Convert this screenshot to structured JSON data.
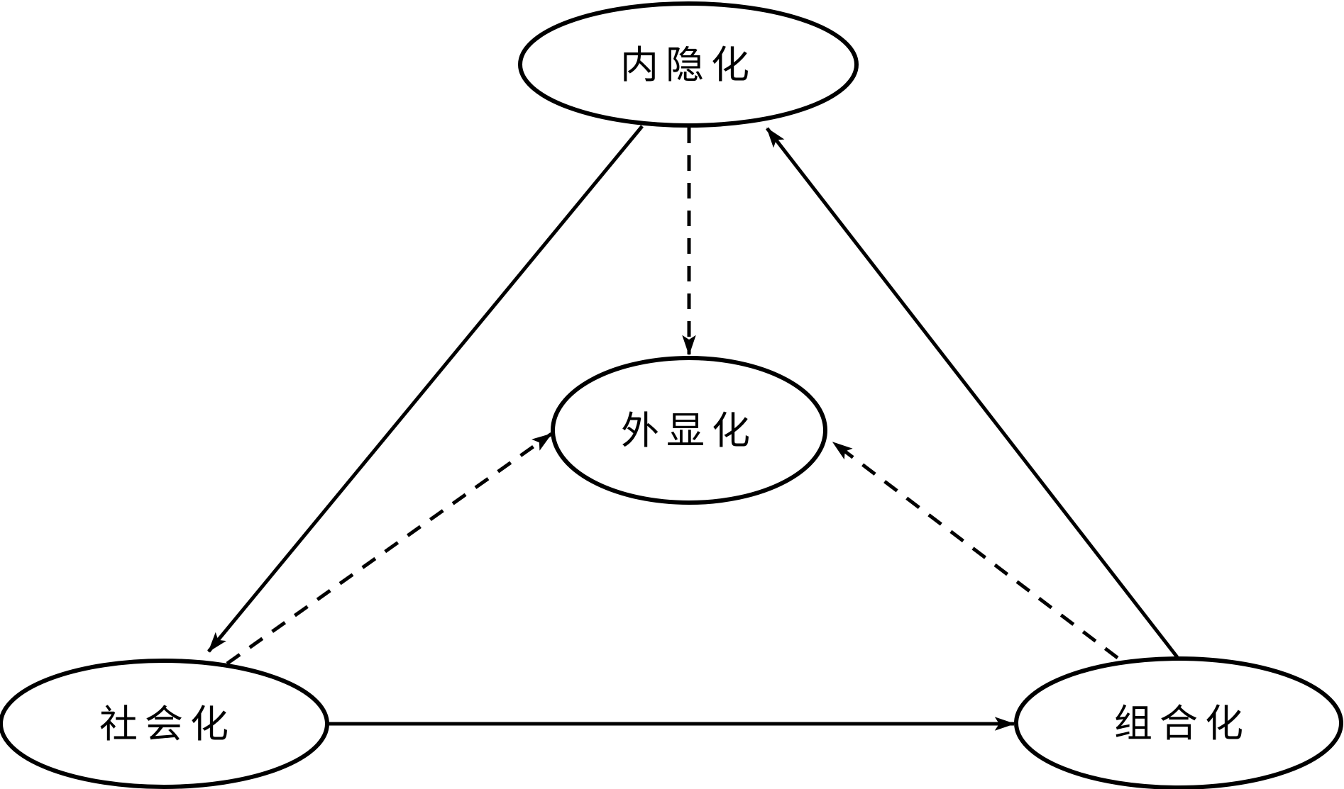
{
  "diagram": {
    "background_color": "#ffffff",
    "stroke_color": "#000000",
    "text_color": "#000000",
    "nodes": [
      {
        "id": "internalization",
        "label": "内隐化",
        "shape": "ellipse",
        "position": "top-center"
      },
      {
        "id": "externalization",
        "label": "外显化",
        "shape": "ellipse",
        "position": "middle-center"
      },
      {
        "id": "socialization",
        "label": "社会化",
        "shape": "ellipse",
        "position": "bottom-left"
      },
      {
        "id": "combination",
        "label": "组合化",
        "shape": "ellipse",
        "position": "bottom-right"
      }
    ],
    "edges": [
      {
        "from": "internalization",
        "to": "socialization",
        "line": "solid",
        "arrowhead": "at-to"
      },
      {
        "from": "internalization",
        "to": "externalization",
        "line": "dashed",
        "arrowhead": "at-to"
      },
      {
        "from": "combination",
        "to": "internalization",
        "line": "solid",
        "arrowhead": "at-to"
      },
      {
        "from": "socialization",
        "to": "externalization",
        "line": "dashed",
        "arrowhead": "at-to"
      },
      {
        "from": "combination",
        "to": "externalization",
        "line": "dashed",
        "arrowhead": "at-to"
      },
      {
        "from": "socialization",
        "to": "combination",
        "line": "solid",
        "arrowhead": "at-to"
      }
    ]
  }
}
